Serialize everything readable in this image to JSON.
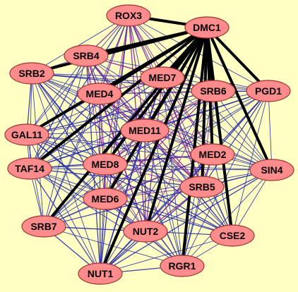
{
  "colors": {
    "background": "#ffffc4",
    "node_fill": "#ff8c8c",
    "node_stroke": "#a23030",
    "edge_dmc1": "#000000",
    "edge_purple": "#8a1f9a",
    "edge_blue": "#2b2fa8"
  },
  "nodes": [
    {
      "id": "ROX3",
      "label": "ROX3"
    },
    {
      "id": "DMC1",
      "label": "DMC1"
    },
    {
      "id": "SRB4",
      "label": "SRB4"
    },
    {
      "id": "SRB2",
      "label": "SRB2"
    },
    {
      "id": "MED7",
      "label": "MED7"
    },
    {
      "id": "MED4",
      "label": "MED4"
    },
    {
      "id": "SRB6",
      "label": "SRB6"
    },
    {
      "id": "PGD1",
      "label": "PGD1"
    },
    {
      "id": "MED11",
      "label": "MED11"
    },
    {
      "id": "GAL11",
      "label": "GAL11"
    },
    {
      "id": "MED2",
      "label": "MED2"
    },
    {
      "id": "TAF14",
      "label": "TAF14"
    },
    {
      "id": "MED8",
      "label": "MED8"
    },
    {
      "id": "SIN4",
      "label": "SIN4"
    },
    {
      "id": "SRB5",
      "label": "SRB5"
    },
    {
      "id": "MED6",
      "label": "MED6"
    },
    {
      "id": "SRB7",
      "label": "SRB7"
    },
    {
      "id": "NUT2",
      "label": "NUT2"
    },
    {
      "id": "CSE2",
      "label": "CSE2"
    },
    {
      "id": "RGR1",
      "label": "RGR1"
    },
    {
      "id": "NUT1",
      "label": "NUT1"
    }
  ],
  "hub": "DMC1",
  "blue_nodes": [
    "SRB2",
    "GAL11",
    "TAF14",
    "SRB7",
    "NUT1",
    "RGR1",
    "CSE2",
    "SIN4",
    "PGD1"
  ]
}
